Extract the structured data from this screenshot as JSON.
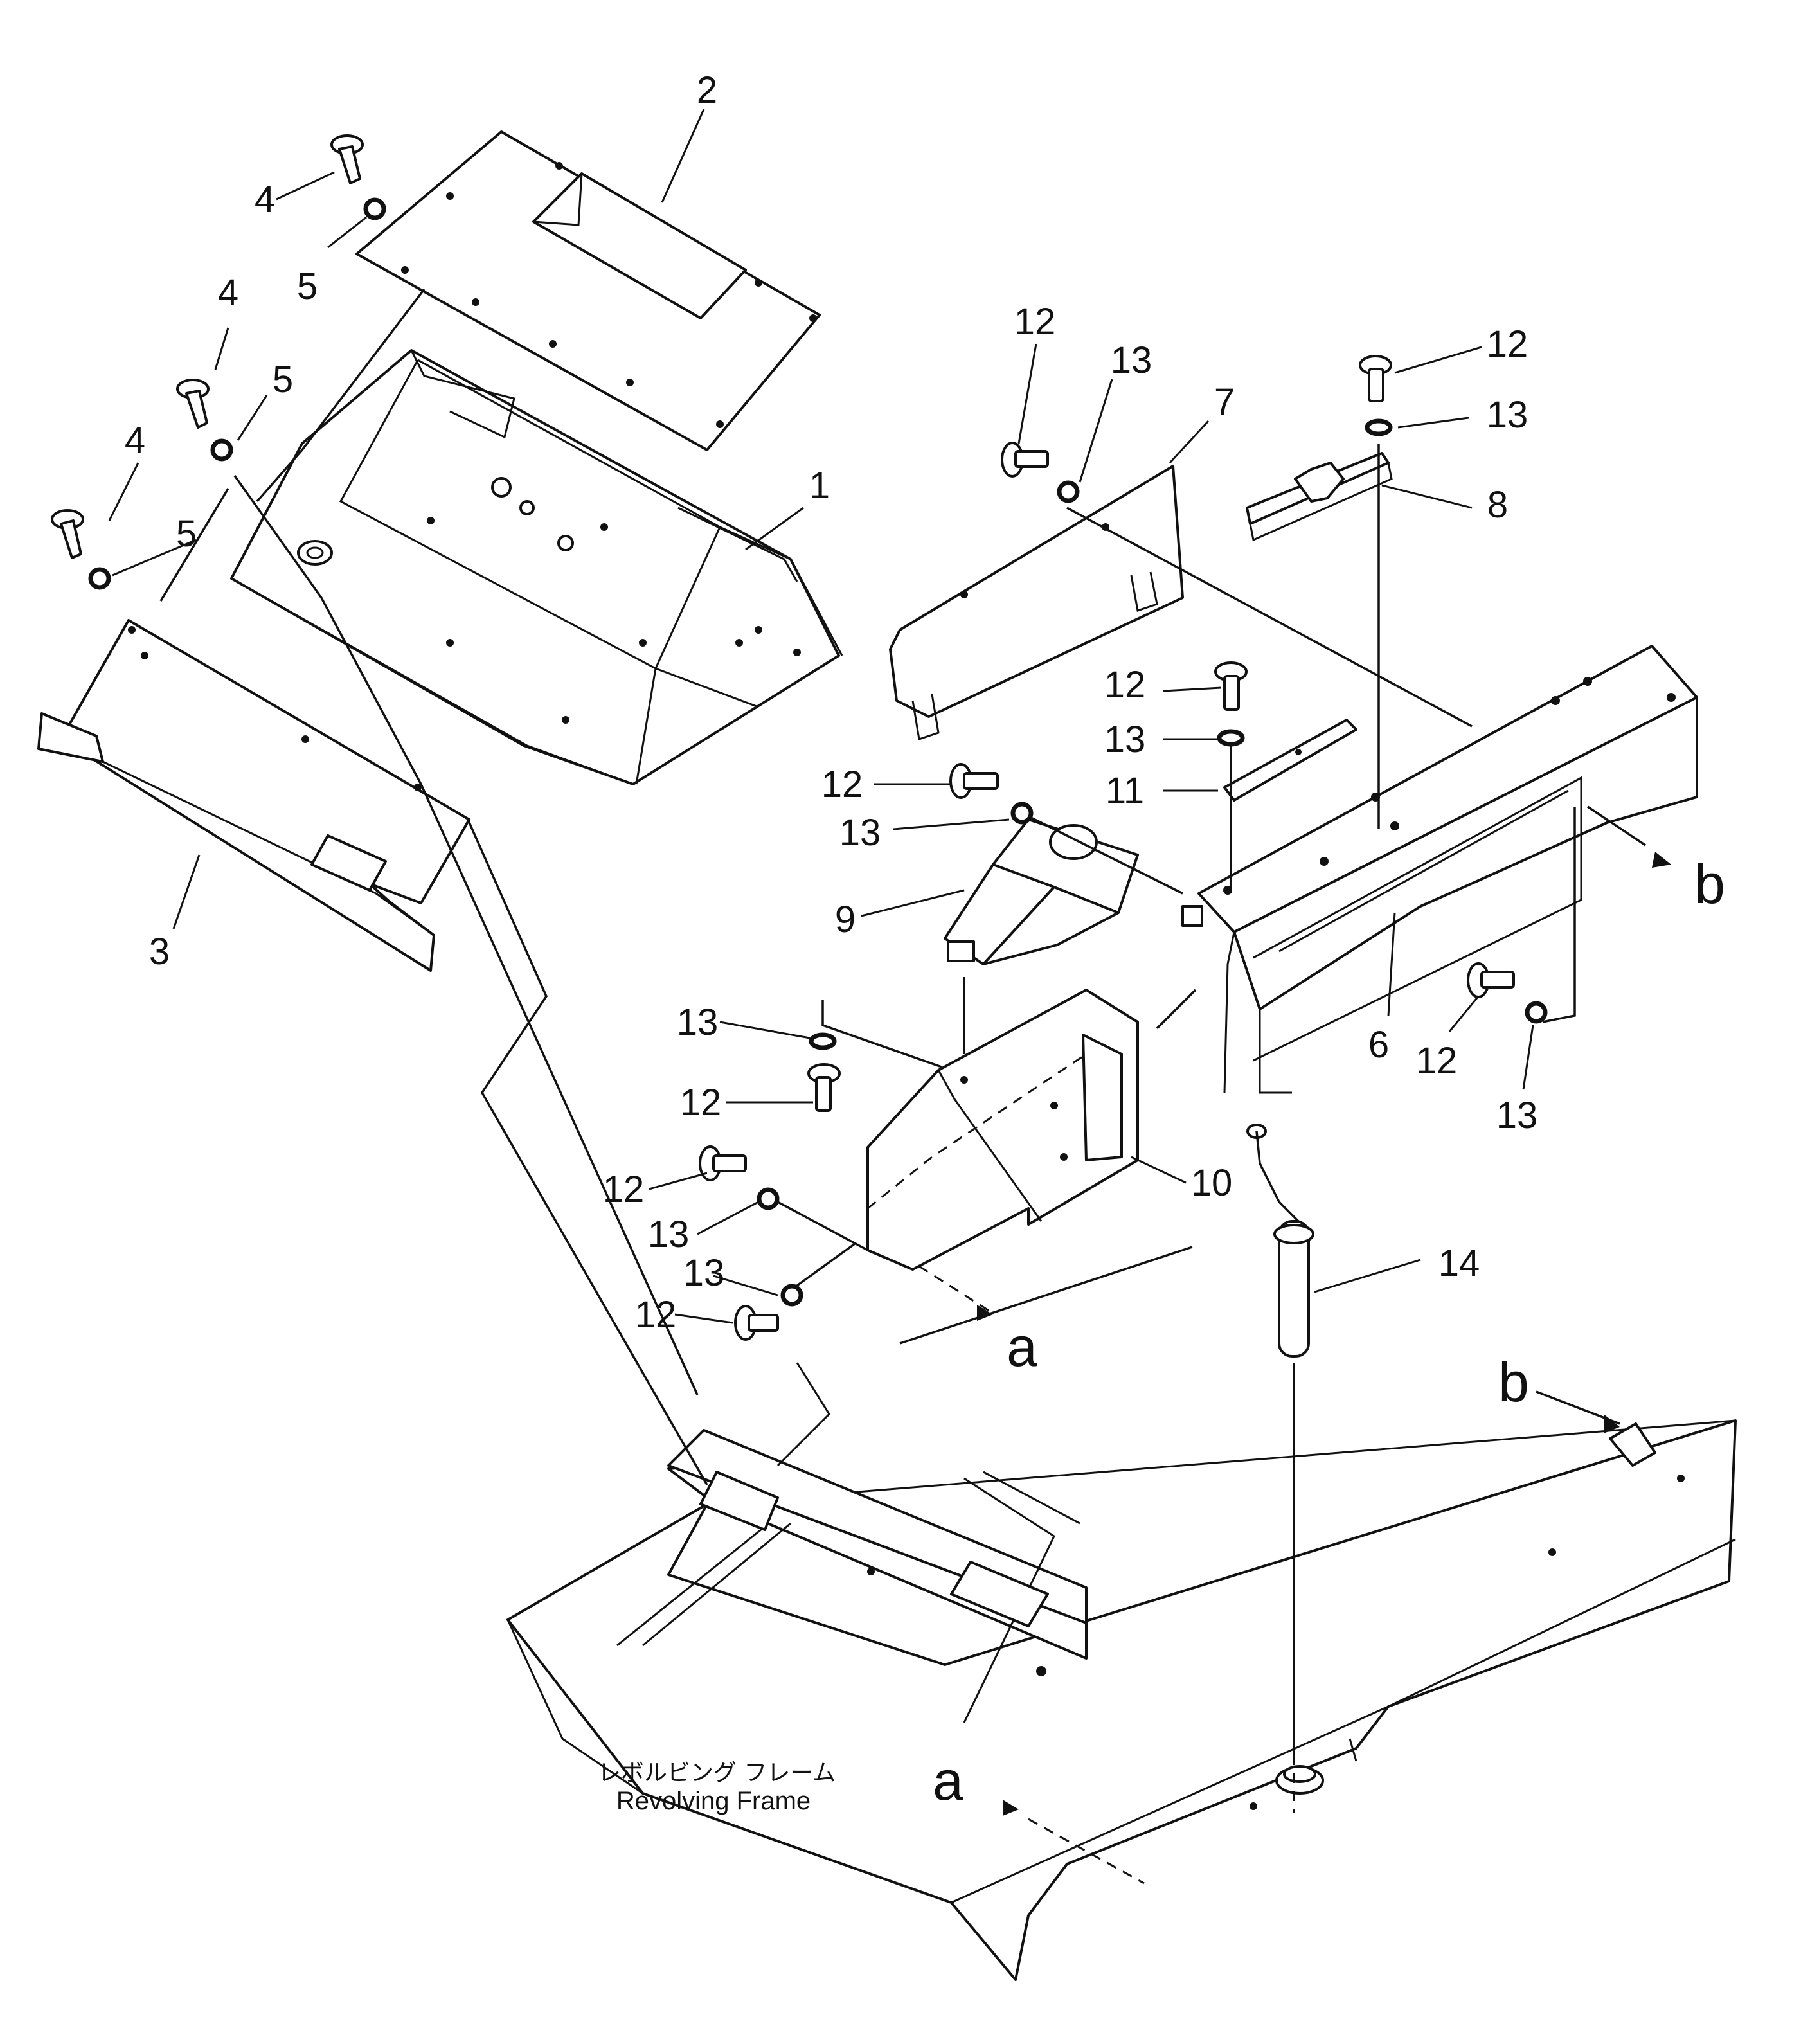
{
  "callouts": {
    "p1": "1",
    "p2": "2",
    "p3": "3",
    "p4a": "4",
    "p4b": "4",
    "p4c": "4",
    "p5a": "5",
    "p5b": "5",
    "p5c": "5",
    "p6": "6",
    "p7": "7",
    "p8": "8",
    "p9": "9",
    "p10": "10",
    "p11": "11",
    "p12a": "12",
    "p12b": "12",
    "p12c": "12",
    "p12d": "12",
    "p12e": "12",
    "p12f": "12",
    "p12g": "12",
    "p12h": "12",
    "p13a": "13",
    "p13b": "13",
    "p13c": "13",
    "p13d": "13",
    "p13e": "13",
    "p13f": "13",
    "p13g": "13",
    "p13h": "13",
    "p14": "14"
  },
  "refs": {
    "a1": "a",
    "a2": "a",
    "b1": "b",
    "b2": "b"
  },
  "caption": {
    "jp": "レボルビング フレーム",
    "en": "Revolving Frame"
  },
  "icons": {
    "bolt": "bolt-icon",
    "washer": "washer-icon"
  }
}
